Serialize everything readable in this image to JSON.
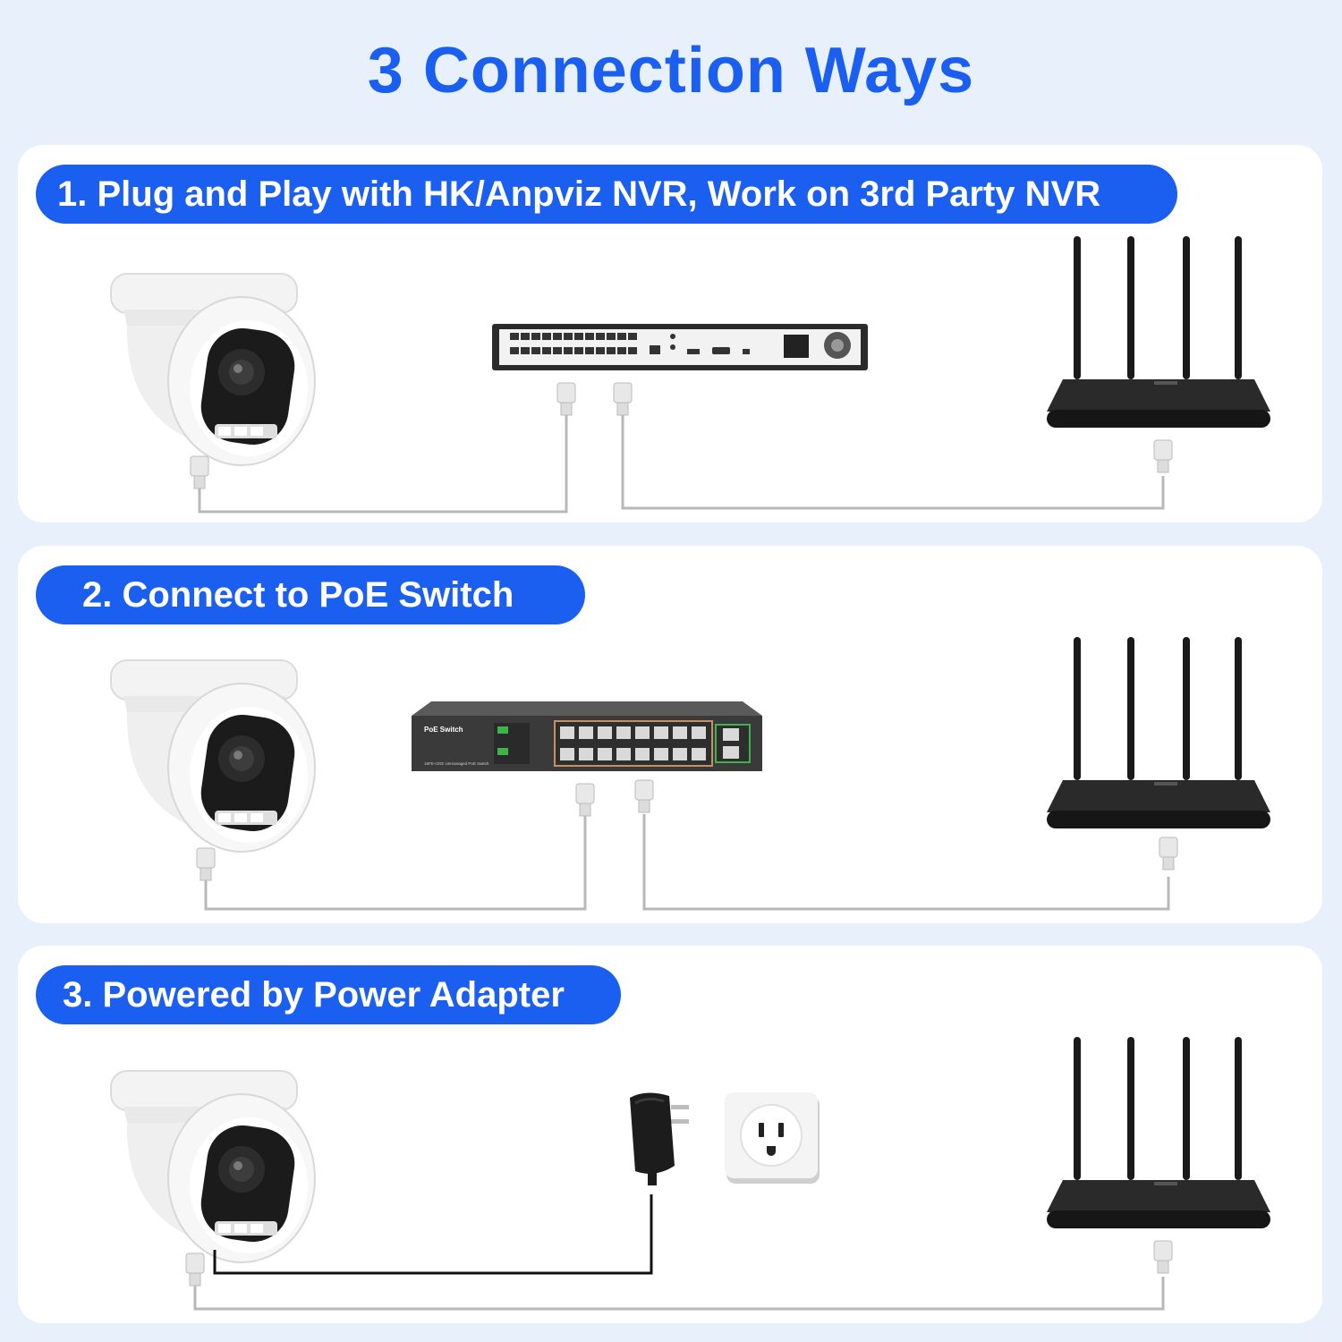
{
  "title": "3 Connection Ways",
  "methods": [
    {
      "label": "1. Plug and Play with HK/Anpviz NVR, Work on 3rd Party NVR"
    },
    {
      "label": "2. Connect to PoE Switch",
      "switch_label": "PoE Switch",
      "switch_sublabel": "16FE+2GE Unmanaged PoE Switch"
    },
    {
      "label": "3. Powered by Power Adapter"
    }
  ],
  "colors": {
    "accent": "#1a5ff0",
    "background": "#e8f0fb",
    "panel": "#ffffff",
    "cable": "#b8b8b8",
    "power_cable": "#111111"
  },
  "icons": [
    "dome-camera-icon",
    "nvr-recorder-icon",
    "poe-switch-icon",
    "router-icon",
    "rj45-plug-icon",
    "power-adapter-icon",
    "wall-outlet-icon"
  ]
}
